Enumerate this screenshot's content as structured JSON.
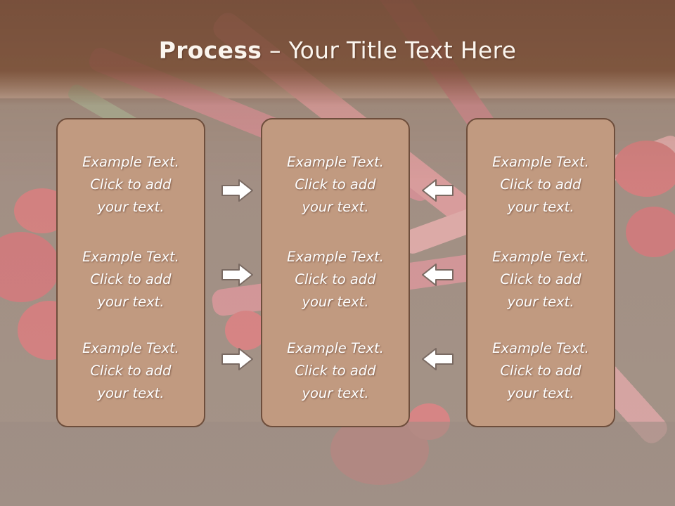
{
  "slide": {
    "title_bold": "Process",
    "title_rest": " – Your Title Text Here"
  },
  "columns": [
    {
      "items": [
        "Example Text.\nClick  to add\nyour text.",
        "Example Text.\nClick  to add\nyour text.",
        "Example Text.\nClick  to add\nyour text."
      ]
    },
    {
      "items": [
        "Example Text.\nClick  to add\nyour text.",
        "Example Text.\nClick  to add\nyour text.",
        "Example Text.\nClick  to add\nyour text."
      ]
    },
    {
      "items": [
        "Example Text.\nClick  to add\nyour text.",
        "Example Text.\nClick  to add\nyour text.",
        "Example Text.\nClick  to add\nyour text."
      ]
    }
  ],
  "arrows": {
    "left_group": "right-arrow-icon",
    "right_group": "left-arrow-icon"
  },
  "colors": {
    "header": "#7e5640",
    "box_fill": "#c19a80",
    "box_border": "#6e4e3c",
    "arrow_fill": "#ffffff",
    "arrow_stroke": "#7a6a62"
  }
}
